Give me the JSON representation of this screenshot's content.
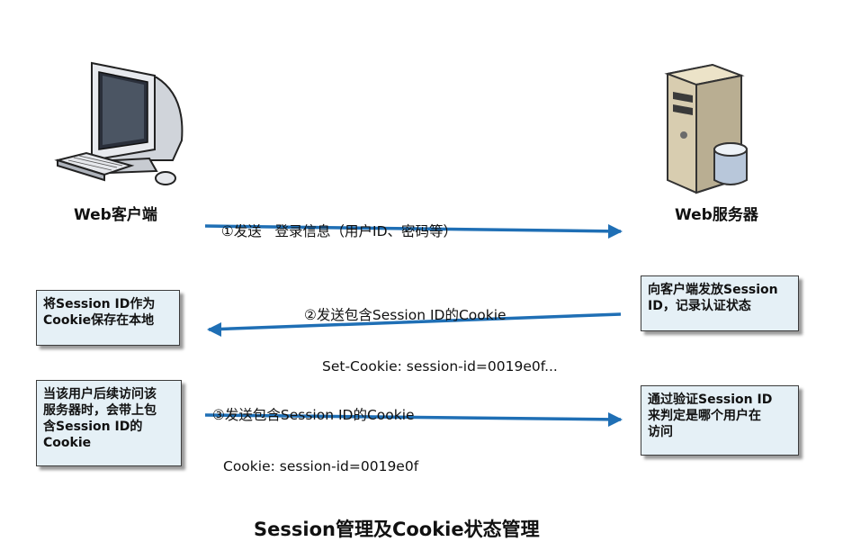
{
  "client": {
    "label": "Web客户端"
  },
  "server": {
    "label": "Web服务器"
  },
  "messages": {
    "m1": {
      "line1": "①发送   登录信息（用户ID、密码等）"
    },
    "m2": {
      "line1": "②发送包含Session ID的Cookie",
      "line2": "Set-Cookie: session-id=0019e0f..."
    },
    "m3": {
      "line1": "③发送包含Session ID的Cookie",
      "line2": "Cookie: session-id=0019e0f"
    }
  },
  "notes": {
    "server_issue": [
      "向客户端发放Session",
      "ID，记录认证状态"
    ],
    "client_store": [
      "将Session ID作为",
      "Cookie保存在本地"
    ],
    "client_send": [
      "当该用户后续访问该",
      "服务器时，会带上包",
      "含Session ID的",
      "Cookie"
    ],
    "server_verify": [
      "通过验证Session ID",
      "来判定是哪个用户在",
      "访问"
    ]
  },
  "footer": {
    "title": "Session管理及Cookie状态管理"
  },
  "colors": {
    "arrow": "#1f6fb5",
    "note_bg": "#e5f0f6"
  },
  "icons": {
    "client": "computer-icon",
    "server": "server-icon"
  }
}
